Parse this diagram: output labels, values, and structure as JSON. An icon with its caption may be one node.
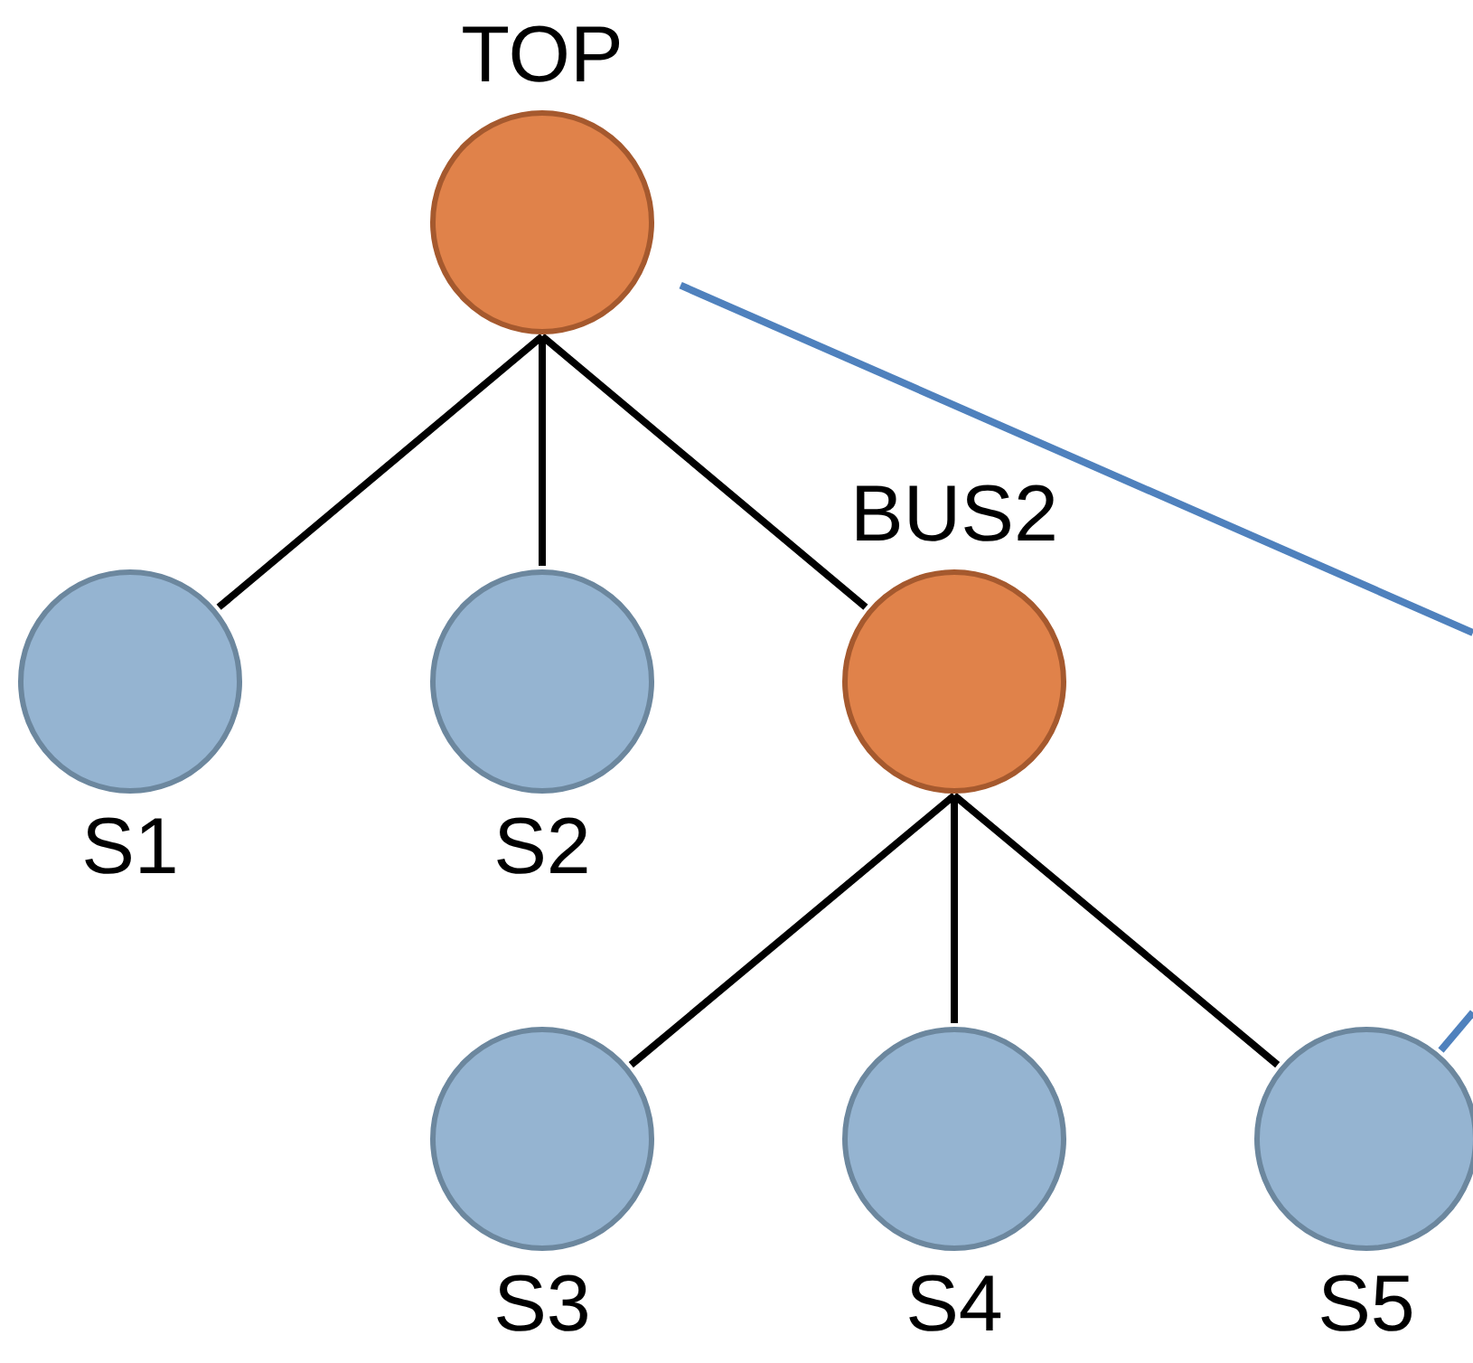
{
  "diagram": {
    "nodes": [
      {
        "text": [
          "TOP"
        ]
      },
      {
        "text": [
          "S1"
        ]
      },
      {
        "text": [
          "S2"
        ]
      },
      {
        "text": [
          "BUS2"
        ]
      },
      {
        "text": [
          "S3"
        ]
      },
      {
        "text": [
          "S4"
        ]
      },
      {
        "text": [
          "S5"
        ]
      }
    ],
    "edges": [
      {
        "from": 0,
        "to": 1,
        "arrow": "none"
      },
      {
        "from": 0,
        "to": 2,
        "arrow": "none"
      },
      {
        "from": 0,
        "to": 3,
        "arrow": "none"
      },
      {
        "from": 3,
        "to": 4,
        "arrow": "none"
      },
      {
        "from": 3,
        "to": 5,
        "arrow": "none"
      },
      {
        "from": 3,
        "to": 6,
        "arrow": "none"
      },
      {
        "from": 0,
        "to": null,
        "arrow": "none",
        "color": "#4f81bd"
      },
      {
        "from": null,
        "to": 6,
        "arrow": "none",
        "color": "#4f81bd"
      }
    ]
  }
}
